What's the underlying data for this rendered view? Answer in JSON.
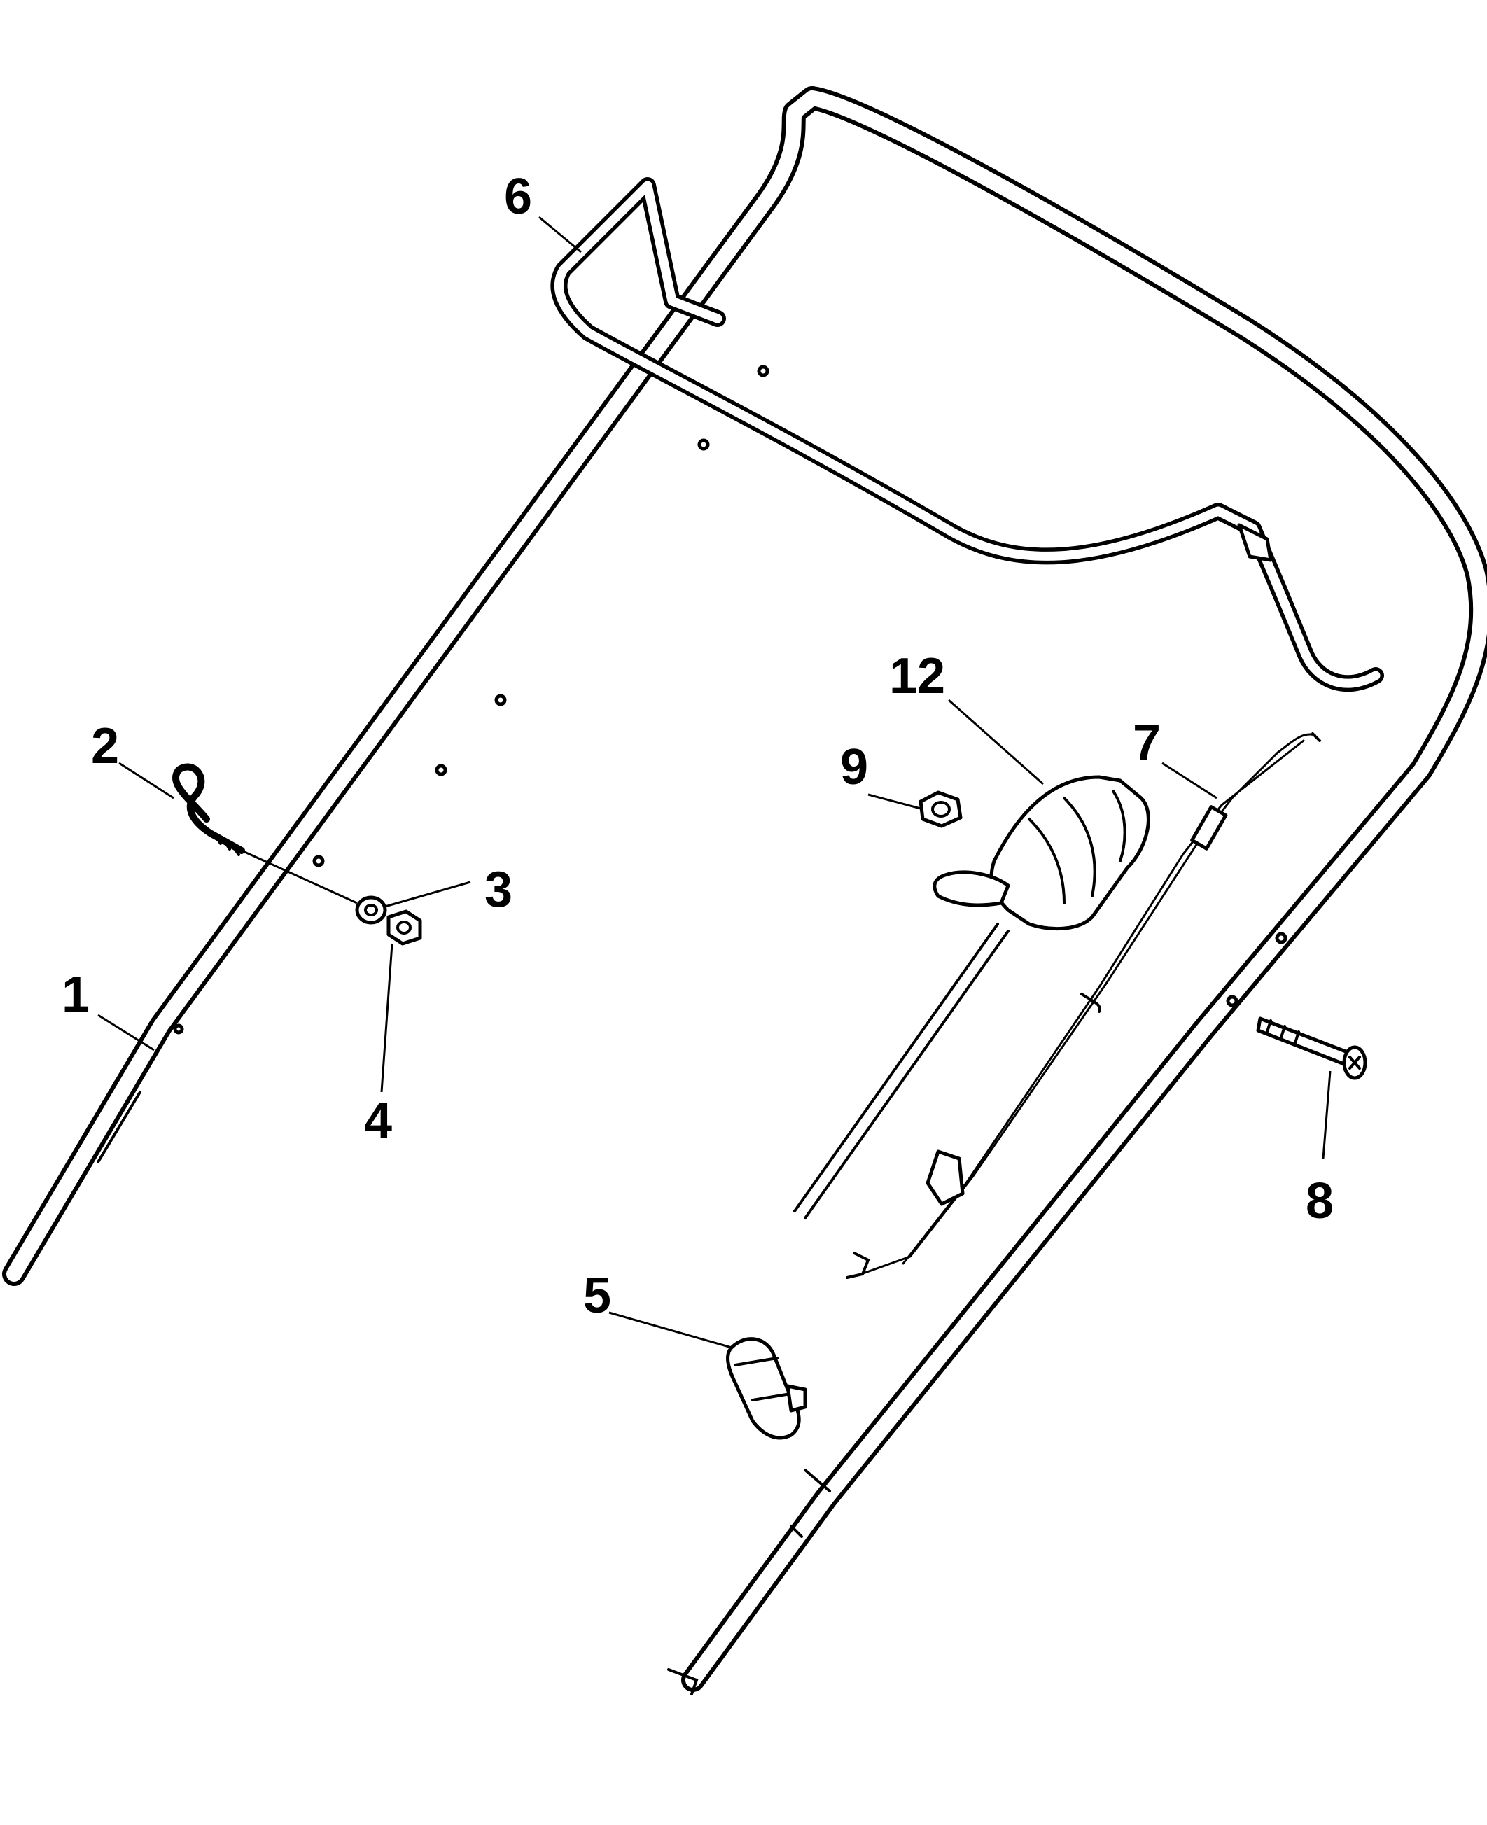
{
  "callouts": [
    {
      "id": "1",
      "label": "1"
    },
    {
      "id": "2",
      "label": "2"
    },
    {
      "id": "3",
      "label": "3"
    },
    {
      "id": "4",
      "label": "4"
    },
    {
      "id": "5",
      "label": "5"
    },
    {
      "id": "6",
      "label": "6"
    },
    {
      "id": "7",
      "label": "7"
    },
    {
      "id": "8",
      "label": "8"
    },
    {
      "id": "9",
      "label": "9"
    },
    {
      "id": "12",
      "label": "12"
    }
  ]
}
